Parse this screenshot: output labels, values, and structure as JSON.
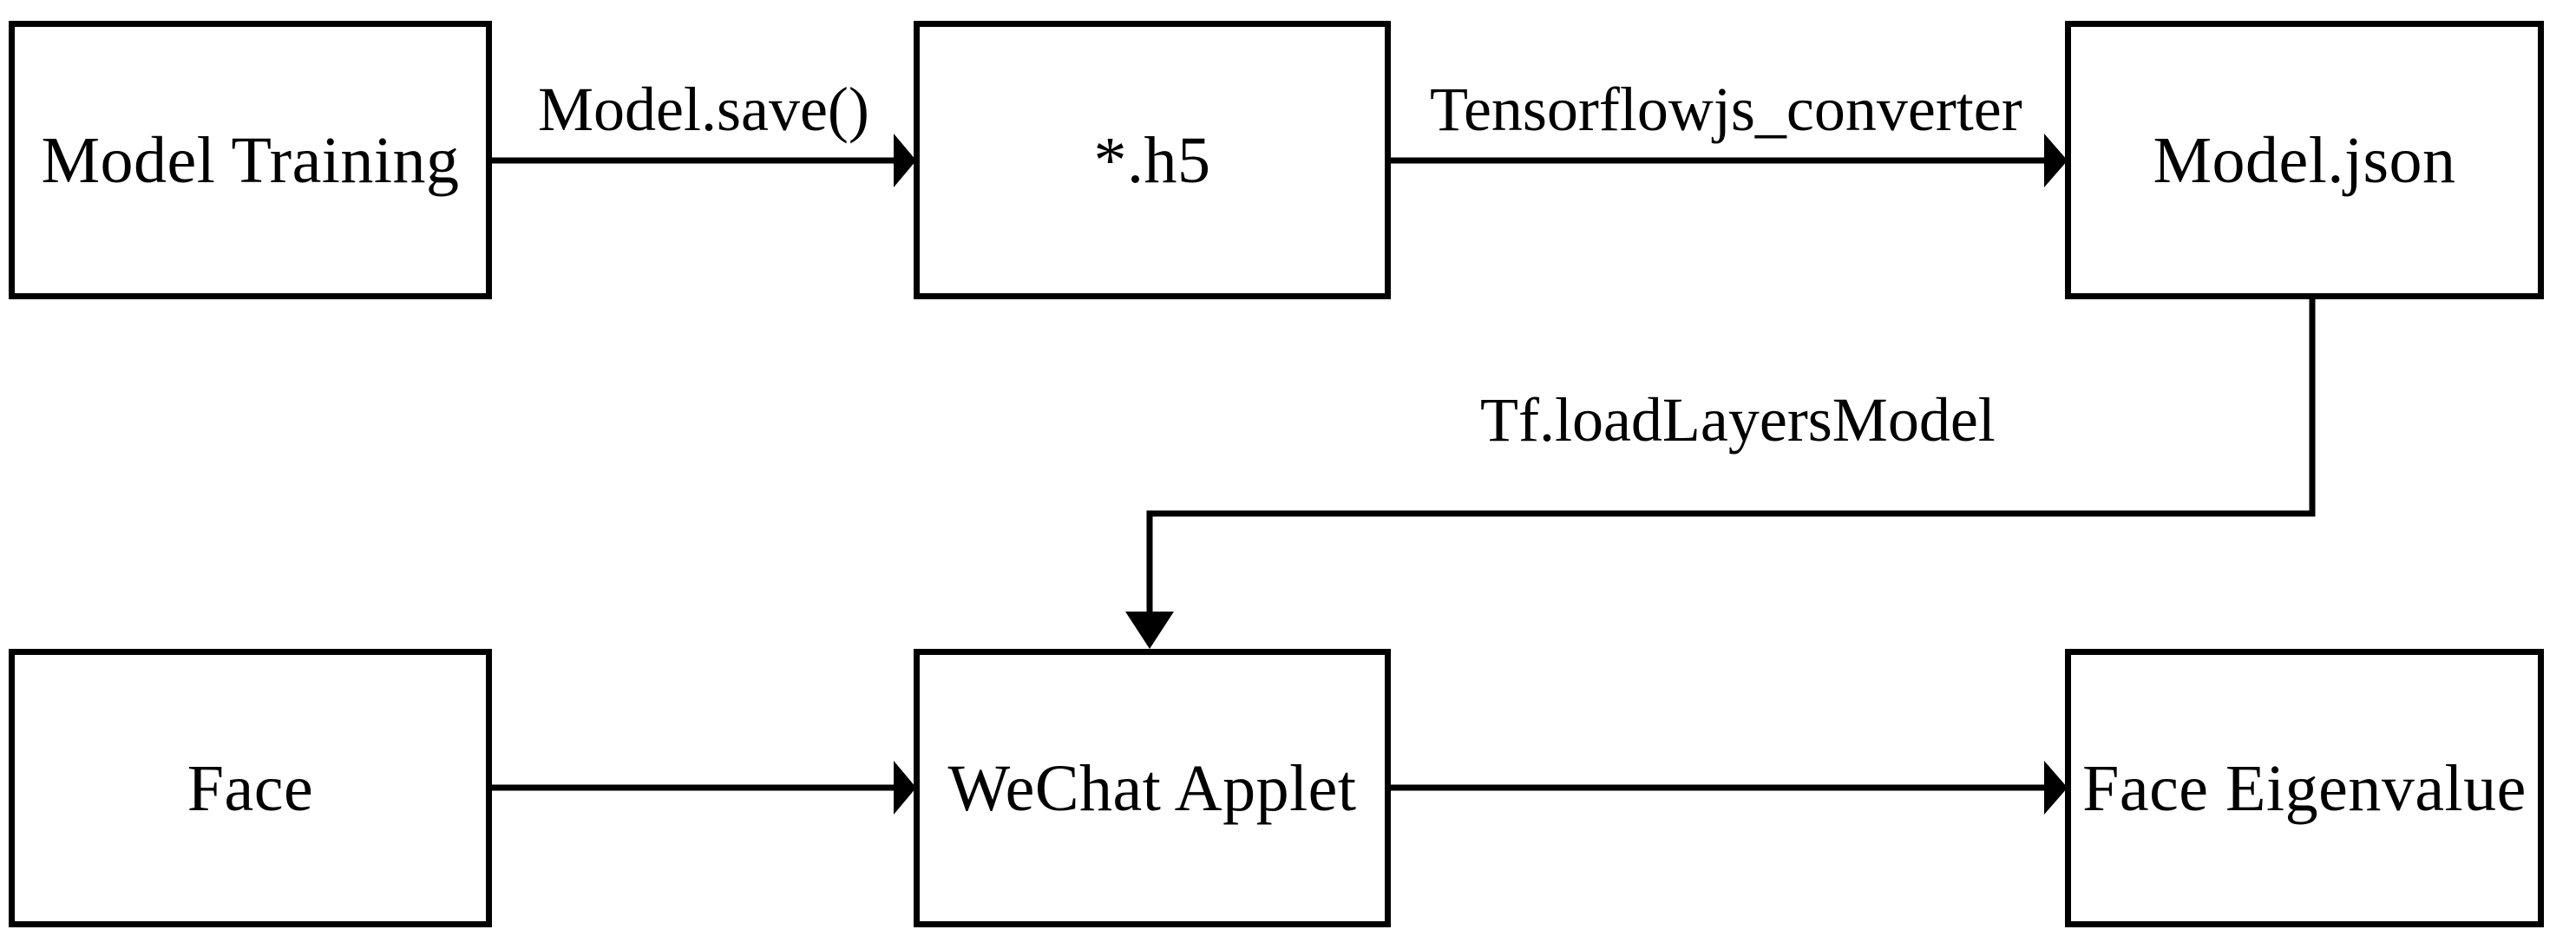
{
  "diagram": {
    "title": "Model deployment pipeline from training to WeChat Applet face eigenvalue extraction",
    "background_color": "#ffffff",
    "stroke_color": "#000000",
    "nodes": [
      {
        "id": "model-training",
        "label": "Model Training",
        "row": "top",
        "column": "left"
      },
      {
        "id": "h5-file",
        "label": "*.h5",
        "row": "top",
        "column": "center"
      },
      {
        "id": "model-json",
        "label": "Model.json",
        "row": "top",
        "column": "right"
      },
      {
        "id": "face",
        "label": "Face",
        "row": "bottom",
        "column": "left"
      },
      {
        "id": "wechat-applet",
        "label": "WeChat Applet",
        "row": "bottom",
        "column": "center"
      },
      {
        "id": "face-eigenvalue",
        "label": "Face Eigenvalue",
        "row": "bottom",
        "column": "right"
      }
    ],
    "edges": [
      {
        "id": "edge-save",
        "from": "model-training",
        "to": "h5-file",
        "label": "Model.save()"
      },
      {
        "id": "edge-converter",
        "from": "h5-file",
        "to": "model-json",
        "label": "Tensorflowjs_converter"
      },
      {
        "id": "edge-loadmodel",
        "from": "model-json",
        "to": "wechat-applet",
        "label": "Tf.loadLayersModel"
      },
      {
        "id": "edge-face-input",
        "from": "face",
        "to": "wechat-applet",
        "label": ""
      },
      {
        "id": "edge-face-output",
        "from": "wechat-applet",
        "to": "face-eigenvalue",
        "label": ""
      }
    ]
  }
}
